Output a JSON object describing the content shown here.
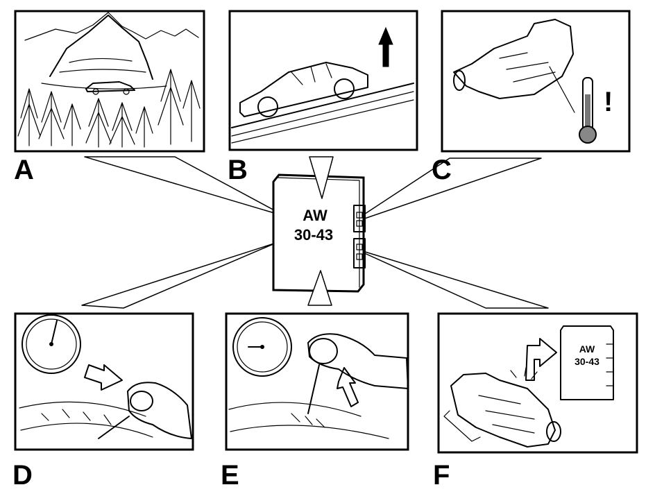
{
  "module": {
    "line1": "AW",
    "line2": "30-43"
  },
  "panels": [
    {
      "letter": "A",
      "depicts": "mountain-road-icon"
    },
    {
      "letter": "B",
      "depicts": "car-uphill-icon"
    },
    {
      "letter": "C",
      "depicts": "transmission-temperature-icon"
    },
    {
      "letter": "D",
      "depicts": "speedometer-accelerator-icon"
    },
    {
      "letter": "E",
      "depicts": "speedometer-gear-selector-icon"
    },
    {
      "letter": "F",
      "depicts": "transmission-control-module-icon"
    }
  ],
  "panel_f_module": {
    "line1": "AW",
    "line2": "30-43"
  },
  "colors": {
    "ink": "#000000",
    "paper": "#ffffff"
  }
}
